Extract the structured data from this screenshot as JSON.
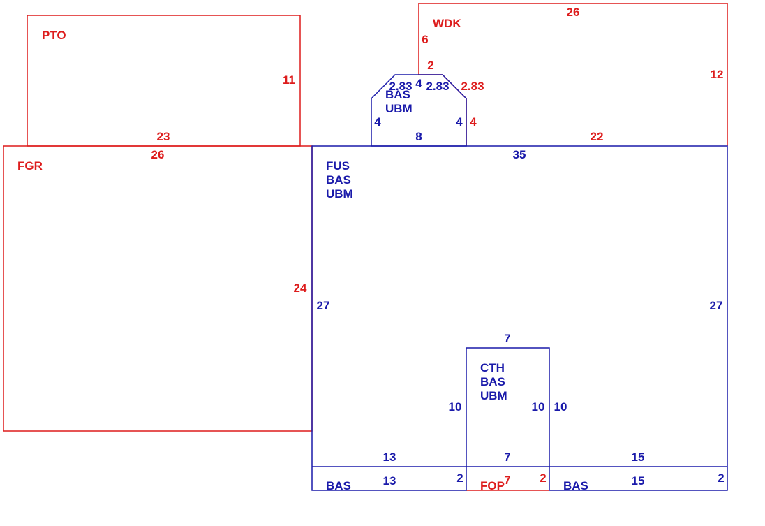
{
  "colors": {
    "red": "#dd1c1c",
    "blue": "#1a1aaa",
    "background": "#ffffff"
  },
  "areas": {
    "pto": {
      "code": "PTO",
      "top": "23",
      "right": "11"
    },
    "wdk": {
      "code": "WDK",
      "top": "26",
      "left": "6",
      "right": "12",
      "step": "2",
      "bottom": "22",
      "diag": "2.83",
      "jog": "4"
    },
    "fgr": {
      "code": "FGR",
      "top": "26",
      "right": "24"
    },
    "fus": {
      "codes": [
        "FUS",
        "BAS",
        "UBM"
      ],
      "top": "35",
      "left": "27",
      "right": "27",
      "bottom_left": "13",
      "bottom_right": "15"
    },
    "bay": {
      "codes": [
        "BAS",
        "UBM"
      ],
      "diag_left": "2.83",
      "top": "4",
      "diag_right": "2.83",
      "left": "4",
      "right": "4",
      "bottom": "8"
    },
    "cth": {
      "codes": [
        "CTH",
        "BAS",
        "UBM"
      ],
      "top": "7",
      "left": "10",
      "right_inner": "10",
      "right_outer": "10",
      "bottom": "7"
    },
    "bottom_row": {
      "left": {
        "code": "BAS",
        "width": "13",
        "height": "2"
      },
      "center": {
        "code": "FOP",
        "width": "7",
        "height": "2"
      },
      "right": {
        "code": "BAS",
        "width": "15",
        "height": "2"
      }
    }
  }
}
